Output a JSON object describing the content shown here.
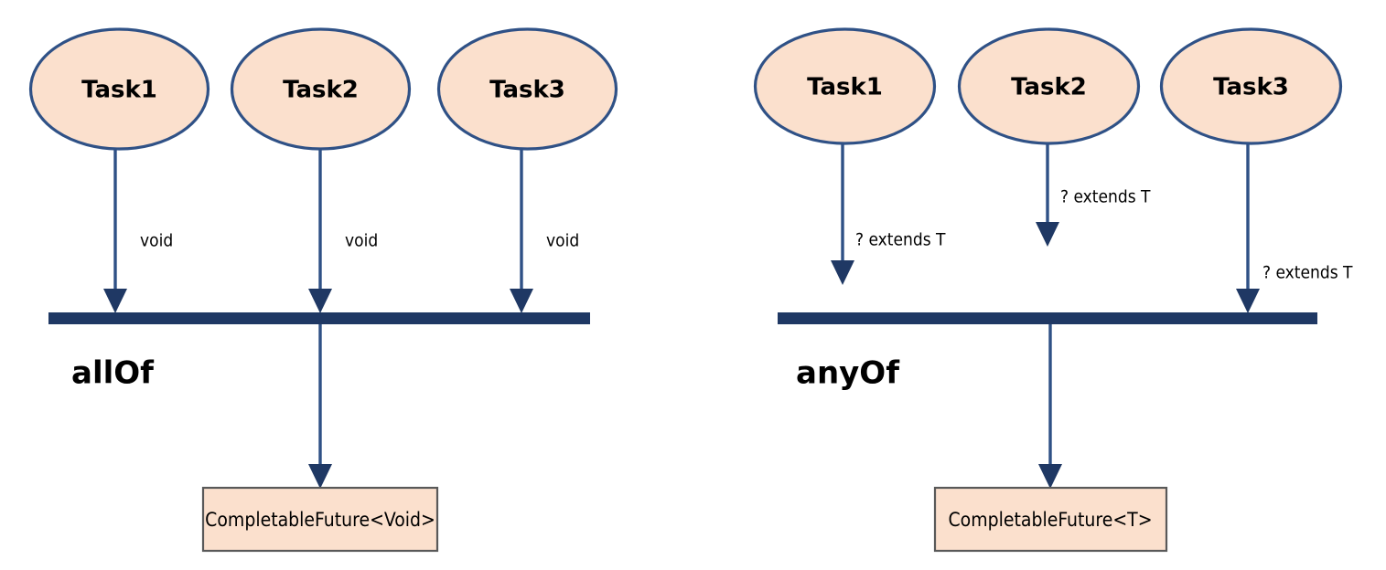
{
  "diagram": {
    "title_semantic": "completable-future-allof-anyof-comparison",
    "colors": {
      "node_fill": "#fbe0cd",
      "node_stroke": "#2f5186",
      "bar_fill": "#1f3864",
      "connector": "#2f5186",
      "box_stroke": "#595959",
      "text": "#000000",
      "background": "#ffffff"
    },
    "panels": [
      {
        "id": "allOf",
        "operation_label": "allOf",
        "tasks": [
          {
            "label": "Task1",
            "edge_label": "void"
          },
          {
            "label": "Task2",
            "edge_label": "void"
          },
          {
            "label": "Task3",
            "edge_label": "void"
          }
        ],
        "result": "CompletableFuture<Void>"
      },
      {
        "id": "anyOf",
        "operation_label": "anyOf",
        "tasks": [
          {
            "label": "Task1",
            "edge_label": "? extends T"
          },
          {
            "label": "Task2",
            "edge_label": "? extends T"
          },
          {
            "label": "Task3",
            "edge_label": "? extends T"
          }
        ],
        "result": "CompletableFuture<T>"
      }
    ]
  }
}
